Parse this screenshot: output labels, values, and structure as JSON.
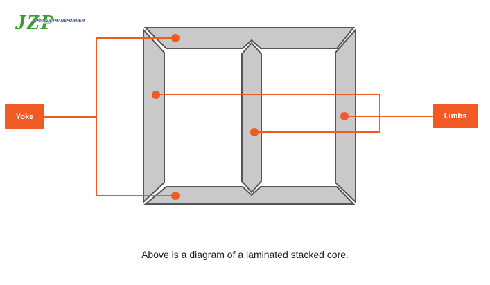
{
  "logo": {
    "mark": "JZP",
    "subtitle": "POWER TRANSFORMER"
  },
  "labels": {
    "yoke": "Yoke",
    "limbs": "Limbs"
  },
  "caption": "Above is a diagram of a laminated stacked core.",
  "colors": {
    "accent": "#f15a22",
    "core_fill": "#c9c9c9",
    "core_outline": "#555555",
    "logo_green": "#3f9a33",
    "logo_blue": "#1f3f8f"
  }
}
